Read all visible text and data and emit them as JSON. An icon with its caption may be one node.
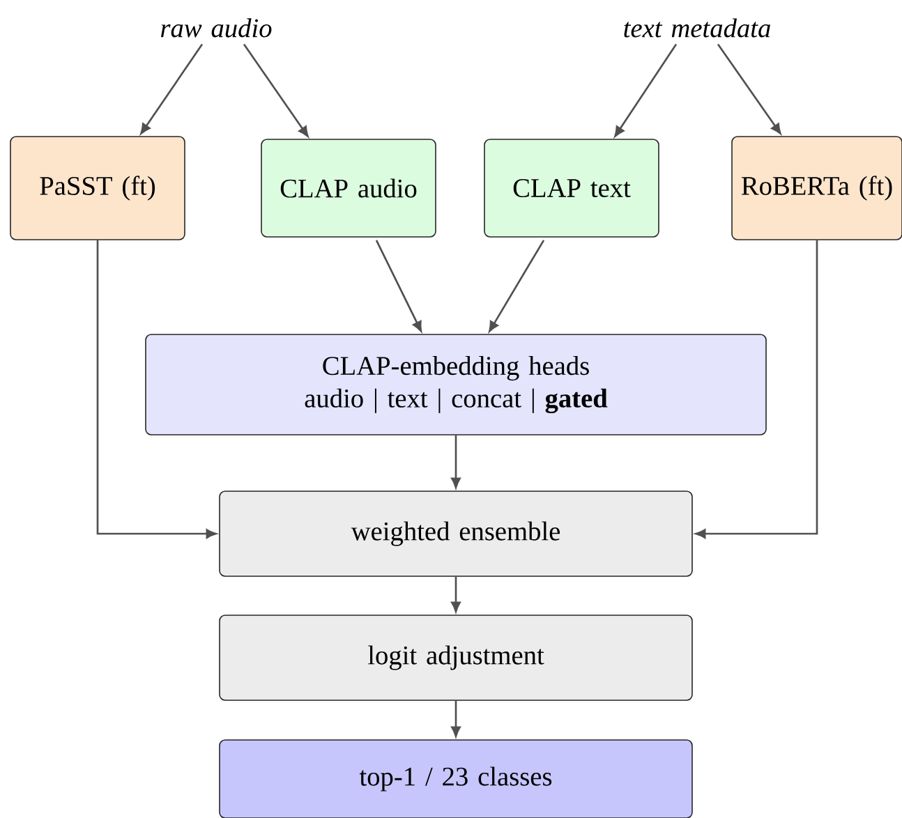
{
  "diagram": {
    "nodes": [
      {
        "text": [
          "*raw audio*"
        ]
      },
      {
        "text": [
          "*text metadata*"
        ]
      },
      {
        "text": [
          "PaSST (ft)"
        ]
      },
      {
        "text": [
          "CLAP audio"
        ]
      },
      {
        "text": [
          "CLAP text"
        ]
      },
      {
        "text": [
          "RoBERTa (ft)"
        ]
      },
      {
        "text": [
          "CLAP-embedding heads",
          "audio | text | concat | **gated**"
        ]
      },
      {
        "text": [
          "weighted ensemble"
        ]
      },
      {
        "text": [
          "logit adjustment"
        ]
      },
      {
        "text": [
          "top-1 / 23 classes"
        ]
      }
    ],
    "edges": [
      {
        "from": 0,
        "to": 2,
        "arrow": "to"
      },
      {
        "from": 0,
        "to": 3,
        "arrow": "to"
      },
      {
        "from": 1,
        "to": 4,
        "arrow": "to"
      },
      {
        "from": 1,
        "to": 5,
        "arrow": "to"
      },
      {
        "from": 3,
        "to": 6,
        "arrow": "to"
      },
      {
        "from": 4,
        "to": 6,
        "arrow": "to"
      },
      {
        "from": 2,
        "to": 7,
        "arrow": "to"
      },
      {
        "from": 5,
        "to": 7,
        "arrow": "to"
      },
      {
        "from": 6,
        "to": 7,
        "arrow": "to"
      },
      {
        "from": 7,
        "to": 8,
        "arrow": "to"
      },
      {
        "from": 8,
        "to": 9,
        "arrow": "to"
      }
    ]
  }
}
